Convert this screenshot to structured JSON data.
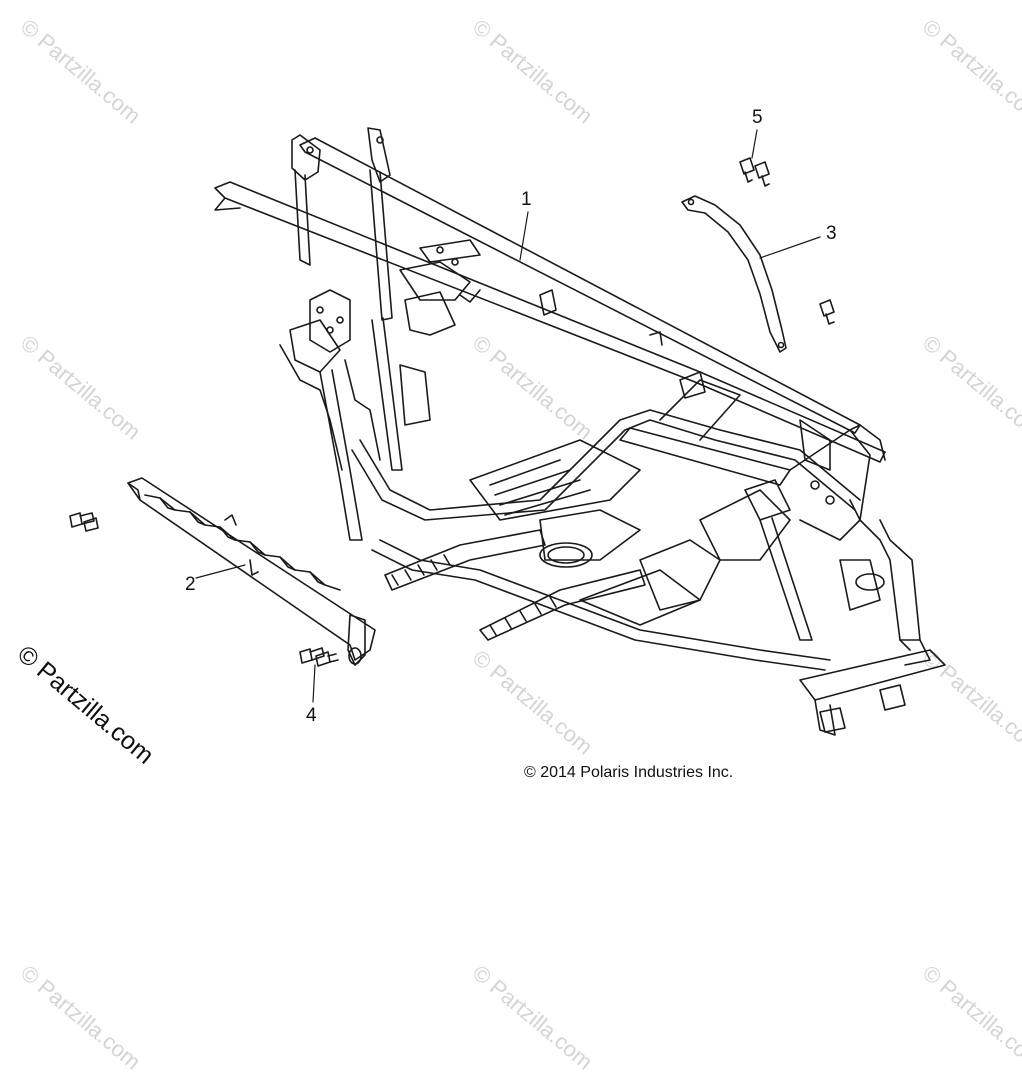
{
  "watermark": {
    "text": "© Partzilla.com"
  },
  "side_mark": {
    "text": "© Partzilla.com"
  },
  "copyright": {
    "text": "© 2014 Polaris Industries Inc."
  },
  "callouts": {
    "c1": "1",
    "c2": "2",
    "c3": "3",
    "c4": "4",
    "c5": "5"
  }
}
